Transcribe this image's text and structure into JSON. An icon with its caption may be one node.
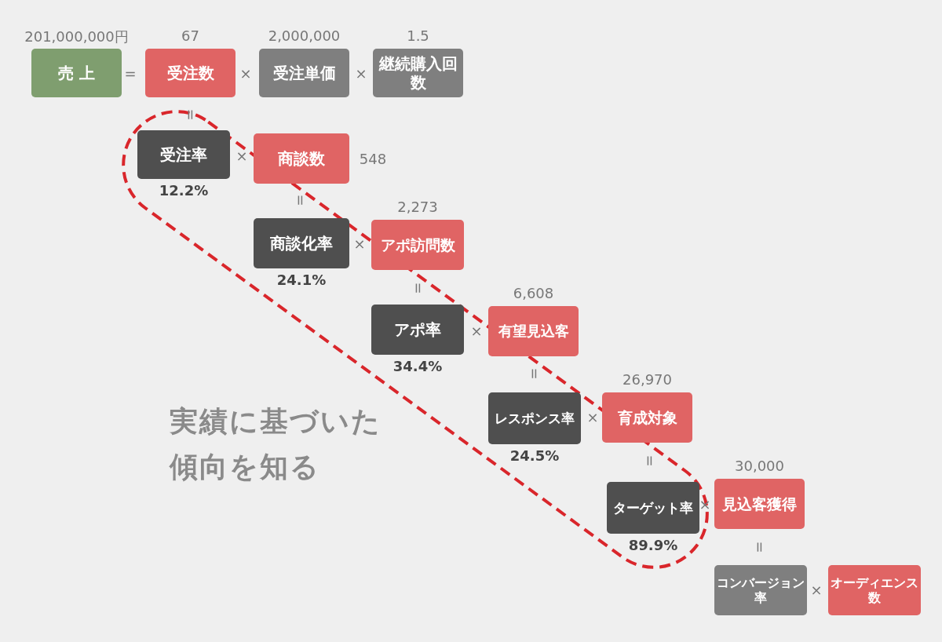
{
  "diagram": {
    "nodes": [
      {
        "text": [
          "売 上"
        ],
        "beside": [
          "201,000,000円"
        ]
      },
      {
        "text": [
          "受注数"
        ],
        "beside": [
          "67"
        ]
      },
      {
        "text": [
          "受注単価"
        ],
        "beside": [
          "2,000,000"
        ]
      },
      {
        "text": [
          "継続購入回数"
        ],
        "beside": [
          "1.5"
        ]
      },
      {
        "text": [
          "受注率"
        ],
        "beside": [
          "12.2%"
        ]
      },
      {
        "text": [
          "商談数"
        ],
        "beside": [
          "548"
        ]
      },
      {
        "text": [
          "商談化率"
        ],
        "beside": [
          "24.1%"
        ]
      },
      {
        "text": [
          "アポ訪問数"
        ],
        "beside": [
          "2,273"
        ]
      },
      {
        "text": [
          "アポ率"
        ],
        "beside": [
          "34.4%"
        ]
      },
      {
        "text": [
          "有望見込客"
        ],
        "beside": [
          "6,608"
        ]
      },
      {
        "text": [
          "レスポンス率"
        ],
        "beside": [
          "24.5%"
        ]
      },
      {
        "text": [
          "育成対象"
        ],
        "beside": [
          "26,970"
        ]
      },
      {
        "text": [
          "ターゲット率"
        ],
        "beside": [
          "89.9%"
        ]
      },
      {
        "text": [
          "見込客獲得"
        ],
        "beside": [
          "30,000"
        ]
      },
      {
        "text": [
          "コンバージョン率"
        ]
      },
      {
        "text": [
          "オーディエンス数"
        ]
      }
    ],
    "labels": [
      "=",
      "×",
      "×",
      "=",
      "×",
      "=",
      "×",
      "=",
      "×",
      "=",
      "×",
      "=",
      "×",
      "=",
      "×",
      "実績に基づいた傾向を知る"
    ]
  }
}
